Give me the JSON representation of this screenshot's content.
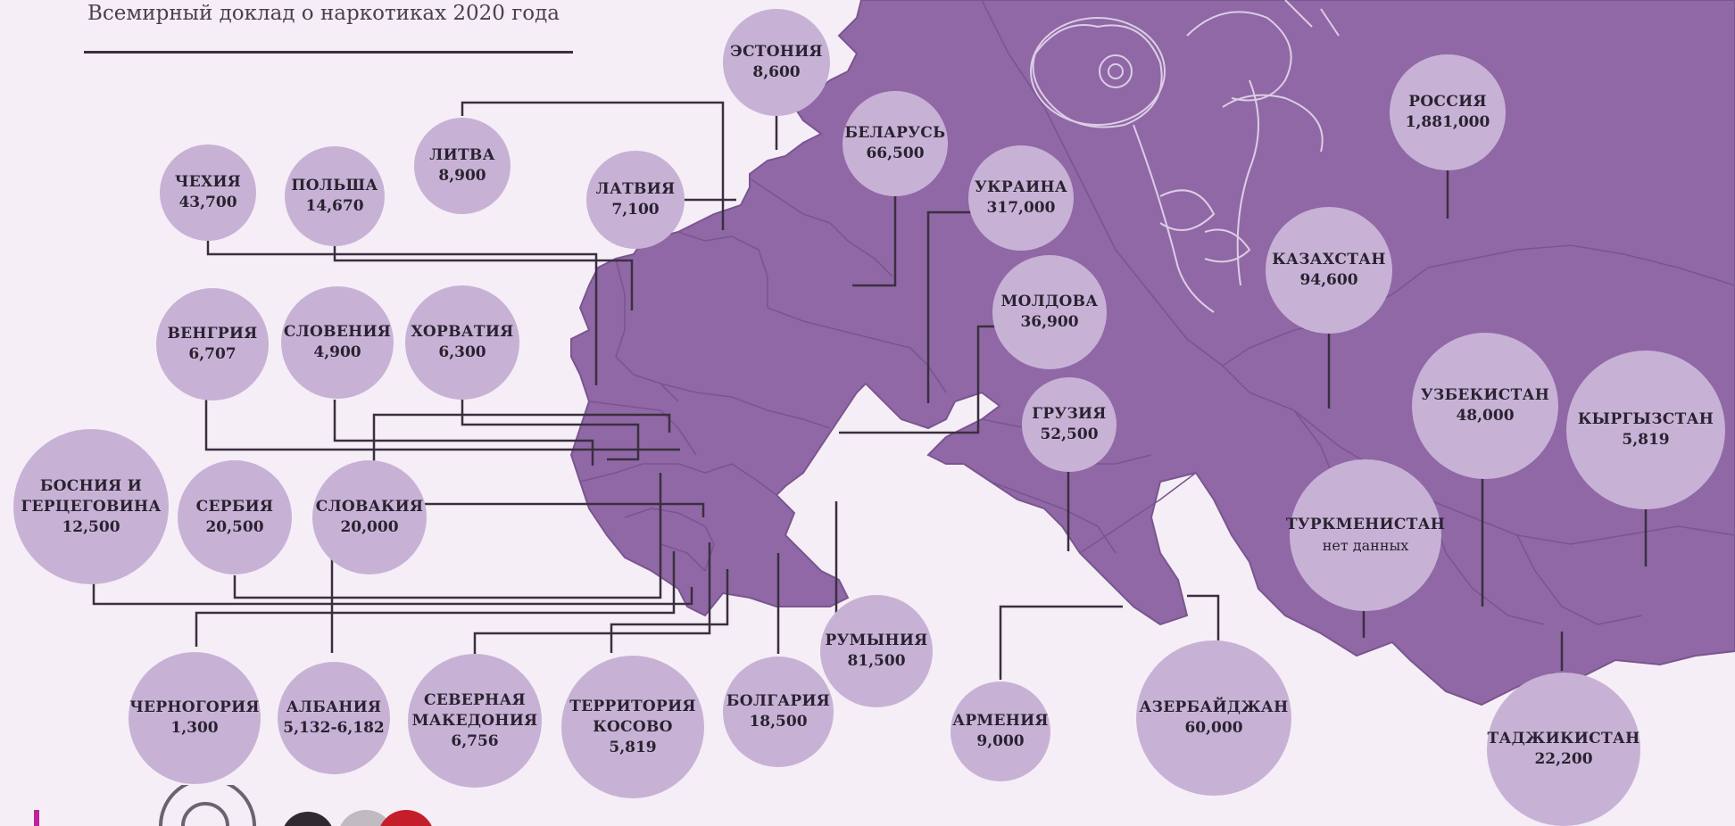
{
  "header": {
    "title": "Всемирный доклад о наркотиках 2020 года"
  },
  "colors": {
    "background": "#f6eef6",
    "land": "#9068a6",
    "border": "#7a5590",
    "bubble": "#c7b2d6",
    "leader": "#3a2f40",
    "text": "#2a2230"
  },
  "icons": [
    "poppy-flower-illustration",
    "brand-logo"
  ],
  "countries": [
    {
      "id": "estonia",
      "name": "ЭСТОНИЯ",
      "value": "8,600"
    },
    {
      "id": "belarus",
      "name": "БЕЛАРУСЬ",
      "value": "66,500"
    },
    {
      "id": "russia",
      "name": "РОССИЯ",
      "value": "1,881,000"
    },
    {
      "id": "lithuania",
      "name": "ЛИТВА",
      "value": "8,900"
    },
    {
      "id": "latvia",
      "name": "ЛАТВИЯ",
      "value": "7,100"
    },
    {
      "id": "czechia",
      "name": "ЧЕХИЯ",
      "value": "43,700"
    },
    {
      "id": "poland",
      "name": "ПОЛЬША",
      "value": "14,670"
    },
    {
      "id": "ukraine",
      "name": "УКРАИНА",
      "value": "317,000"
    },
    {
      "id": "kazakhstan",
      "name": "КАЗАХСТАН",
      "value": "94,600"
    },
    {
      "id": "moldova",
      "name": "МОЛДОВА",
      "value": "36,900"
    },
    {
      "id": "hungary",
      "name": "ВЕНГРИЯ",
      "value": "6,707"
    },
    {
      "id": "slovenia",
      "name": "СЛОВЕНИЯ",
      "value": "4,900"
    },
    {
      "id": "croatia",
      "name": "ХОРВАТИЯ",
      "value": "6,300"
    },
    {
      "id": "uzbekistan",
      "name": "УЗБЕКИСТАН",
      "value": "48,000"
    },
    {
      "id": "kyrgyzstan",
      "name": "КЫРГЫЗСТАН",
      "value": "5,819"
    },
    {
      "id": "georgia",
      "name": "ГРУЗИЯ",
      "value": "52,500"
    },
    {
      "id": "bosnia",
      "name": "БОСНИЯ И\nГЕРЦЕГОВИНА",
      "value": "12,500"
    },
    {
      "id": "serbia",
      "name": "СЕРБИЯ",
      "value": "20,500"
    },
    {
      "id": "slovakia",
      "name": "СЛОВАКИЯ",
      "value": "20,000"
    },
    {
      "id": "turkmenistan",
      "name": "ТУРКМЕНИСТАН",
      "value": "нет данных"
    },
    {
      "id": "romania",
      "name": "РУМЫНИЯ",
      "value": "81,500"
    },
    {
      "id": "montenegro",
      "name": "ЧЕРНОГОРИЯ",
      "value": "1,300"
    },
    {
      "id": "albania",
      "name": "АЛБАНИЯ",
      "value": "5,132-6,182"
    },
    {
      "id": "north-macedonia",
      "name": "СЕВЕРНАЯ\nМАКЕДОНИЯ",
      "value": "6,756"
    },
    {
      "id": "kosovo",
      "name": "ТЕРРИТОРИЯ\nКОСОВО",
      "value": "5,819"
    },
    {
      "id": "bulgaria",
      "name": "БОЛГАРИЯ",
      "value": "18,500"
    },
    {
      "id": "armenia",
      "name": "АРМЕНИЯ",
      "value": "9,000"
    },
    {
      "id": "azerbaijan",
      "name": "АЗЕРБАЙДЖАН",
      "value": "60,000"
    },
    {
      "id": "tajikistan",
      "name": "ТАДЖИКИСТАН",
      "value": "22,200"
    }
  ]
}
